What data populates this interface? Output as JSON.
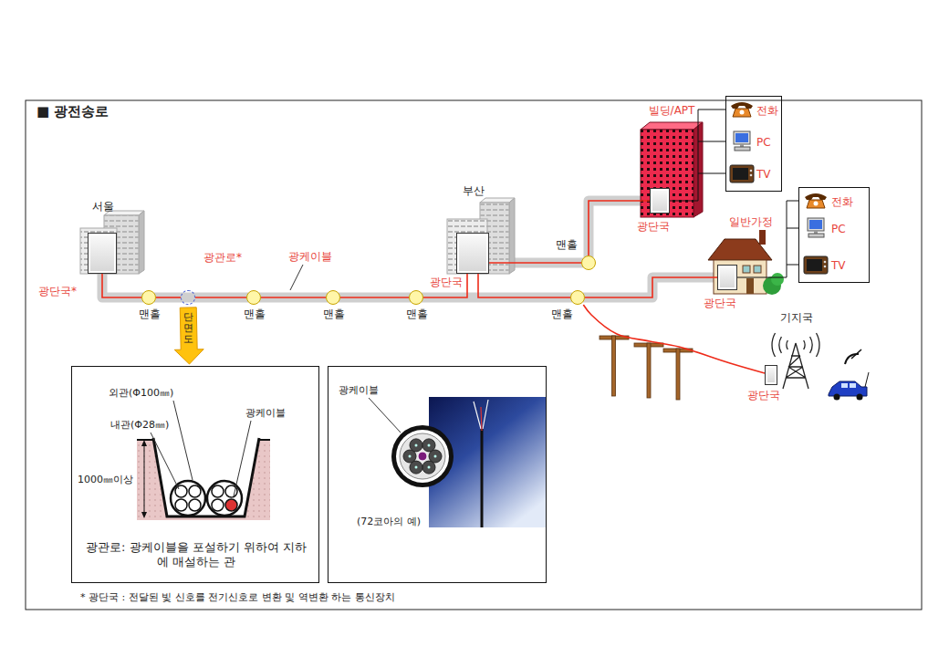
{
  "diagram": {
    "title": "■ 광전송로",
    "nodes": [
      {
        "text": [
          "서울",
          "광단국*"
        ]
      },
      {
        "text": [
          "맨홀"
        ]
      },
      {
        "text": [
          "광관로*"
        ]
      },
      {
        "text": [
          "맨홀"
        ]
      },
      {
        "text": [
          "맨홀"
        ]
      },
      {
        "text": [
          "맨홀"
        ]
      },
      {
        "text": [
          "부산",
          "광단국"
        ]
      },
      {
        "text": [
          "맨홀"
        ]
      },
      {
        "text": [
          "빌딩/APT",
          "광단국"
        ]
      },
      {
        "text": [
          "전화",
          "PC",
          "TV"
        ]
      },
      {
        "text": [
          "맨홀"
        ]
      },
      {
        "text": [
          "일반가정",
          "광단국"
        ]
      },
      {
        "text": [
          "전화",
          "PC",
          "TV"
        ]
      },
      {
        "text": [
          "기지국",
          "광단국"
        ]
      },
      {
        "text": [
          "외관(Φ100㎜)",
          "광케이블",
          "내관(Φ28㎜)",
          "1000㎜이상",
          "광관로: 광케이블을 포설하기 위하여 지하에 매설하는 관"
        ]
      },
      {
        "text": [
          "광케이블",
          "(72코아의 예)"
        ]
      }
    ],
    "edges": [
      {
        "from": 0,
        "to": 1,
        "arrow": "none"
      },
      {
        "from": 1,
        "to": 2,
        "arrow": "none"
      },
      {
        "from": 2,
        "to": 3,
        "arrow": "none"
      },
      {
        "from": 3,
        "to": 4,
        "arrow": "none"
      },
      {
        "from": 4,
        "to": 5,
        "arrow": "none"
      },
      {
        "from": 5,
        "to": 6,
        "arrow": "none"
      },
      {
        "from": 6,
        "to": 7,
        "arrow": "none"
      },
      {
        "from": 7,
        "to": 8,
        "arrow": "none"
      },
      {
        "from": 6,
        "to": 10,
        "arrow": "none"
      },
      {
        "from": 10,
        "to": 11,
        "arrow": "none"
      },
      {
        "from": 10,
        "to": 13,
        "arrow": "none"
      },
      {
        "from": 8,
        "to": 9,
        "arrow": "none"
      },
      {
        "from": 11,
        "to": 12,
        "arrow": "none"
      },
      {
        "from": 2,
        "to": 14,
        "label": "단면도",
        "arrow": "to"
      }
    ],
    "labels": [
      "광케이블",
      "* 광단국 : 전달된 빛 신호를 전기신호로 변환 및 역변환 하는 통신장치"
    ]
  }
}
